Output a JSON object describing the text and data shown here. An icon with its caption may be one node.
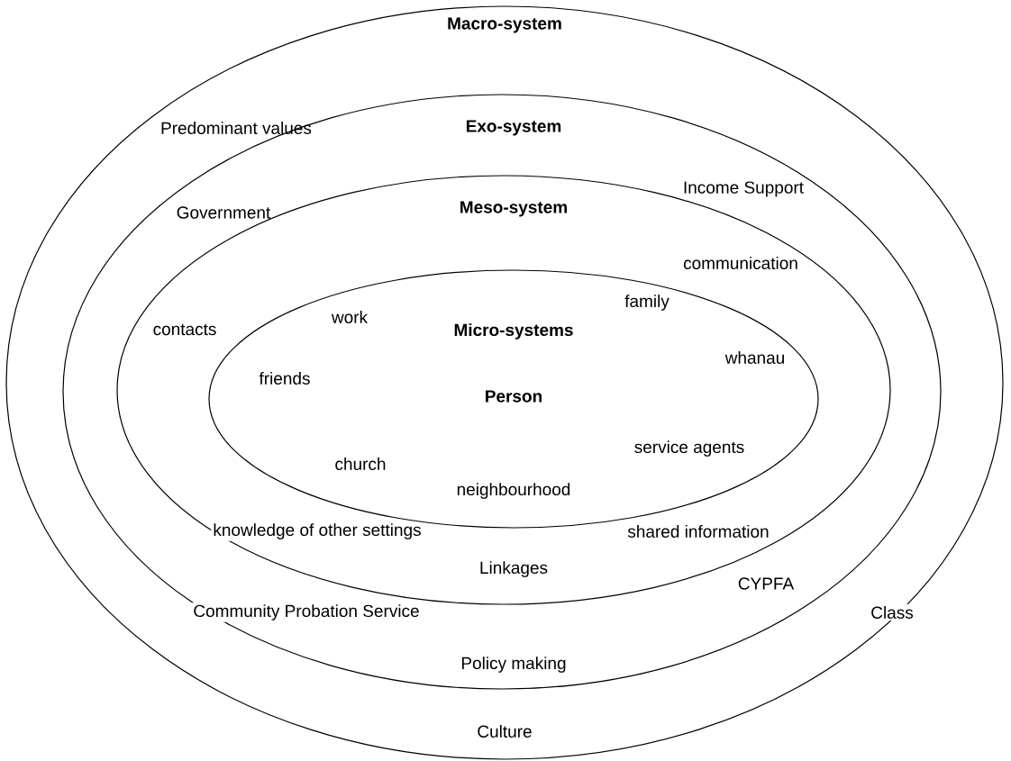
{
  "diagram": {
    "nodes": [
      {
        "text": [
          "Macro-system",
          "Predominant values",
          "Class",
          "Culture"
        ]
      },
      {
        "text": [
          "Exo-system",
          "Government",
          "Income Support",
          "Community Probation Service",
          "CYPFA",
          "Policy making"
        ],
        "in": 0
      },
      {
        "text": [
          "Meso-system",
          "communication",
          "contacts",
          "knowledge of other settings",
          "shared information",
          "Linkages"
        ],
        "in": 1
      },
      {
        "text": [
          "Micro-systems",
          "work",
          "family",
          "friends",
          "whanau",
          "Person",
          "service agents",
          "church",
          "neighbourhood"
        ],
        "in": 2
      }
    ]
  }
}
